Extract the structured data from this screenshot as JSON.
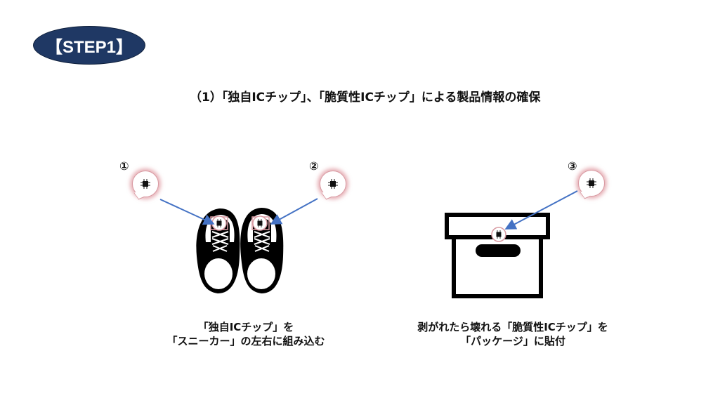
{
  "step": {
    "label": "【STEP1】"
  },
  "heading": "（1）「独自ICチップ」、「脆質性ICチップ」による製品情報の確保",
  "markers": [
    "①",
    "②",
    "③"
  ],
  "captions": {
    "sneaker": [
      "「独自ICチップ」を",
      "「スニーカー」の左右に組み込む"
    ],
    "package": [
      "剥がれたら壊れる「脆質性ICチップ」を",
      "「パッケージ」に貼付"
    ]
  },
  "icons": {
    "chip": "microchip-icon",
    "sneaker": "sneaker-icon",
    "box": "box-icon"
  },
  "colors": {
    "badge": "#1f3864",
    "arrow": "#4472c4",
    "chip_glow": "#d26e78"
  }
}
